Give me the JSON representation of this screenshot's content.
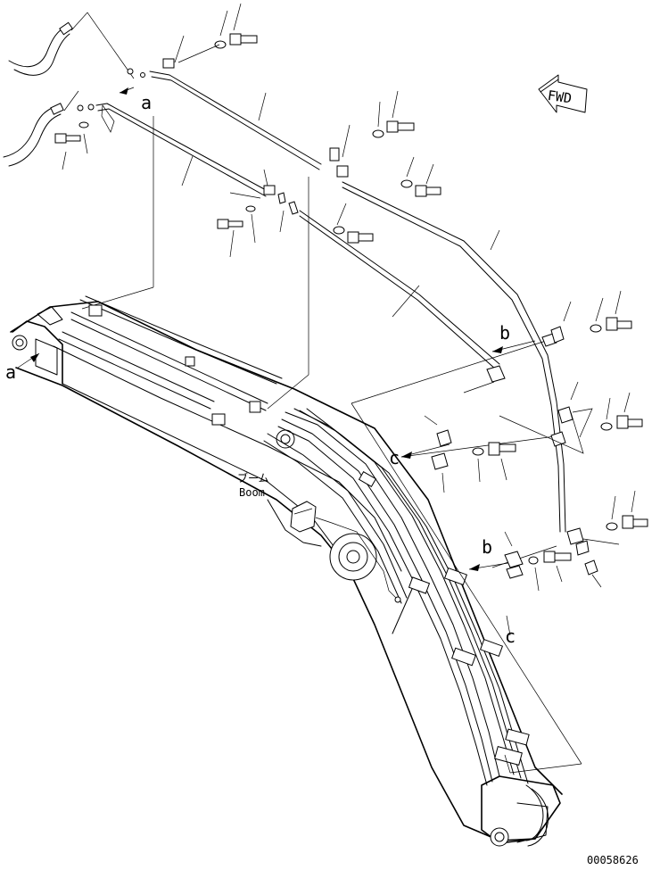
{
  "view_labels": {
    "a": "a",
    "b": "b",
    "c": "c"
  },
  "component_label": {
    "japanese": "ブーム",
    "english": "Boom"
  },
  "direction_arrow": "FWD",
  "drawing_number": "00058626",
  "icons": [
    "fwd-arrow-icon",
    "view-arrow-icon"
  ]
}
